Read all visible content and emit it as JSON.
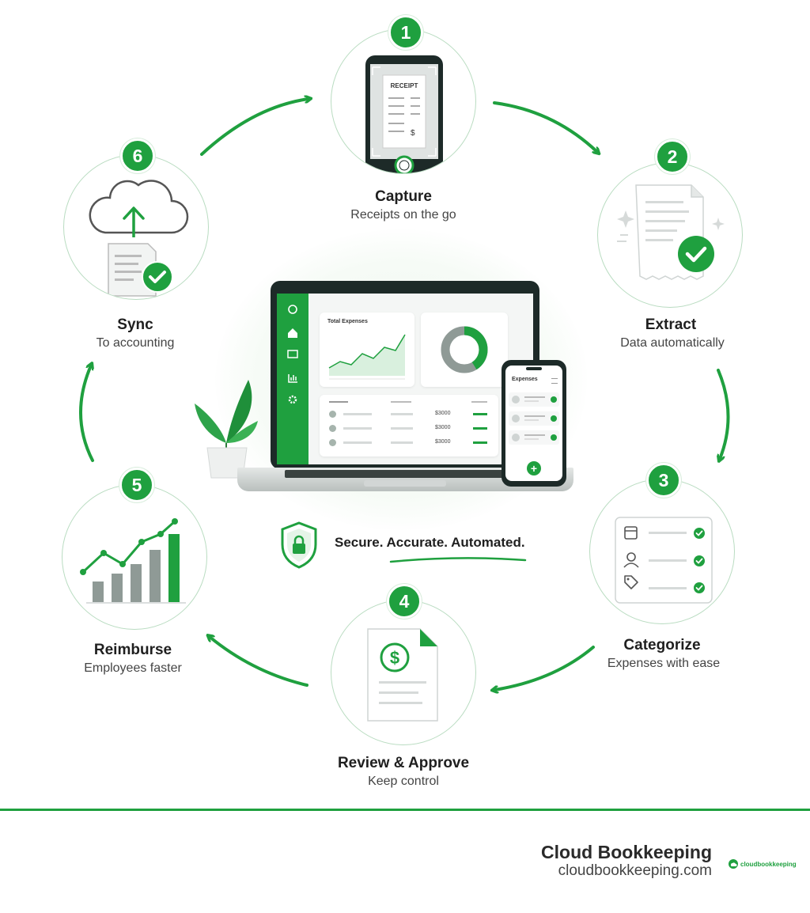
{
  "steps": [
    {
      "number": "1",
      "title": "Capture",
      "subtitle": "Receipts on the go"
    },
    {
      "number": "2",
      "title": "Extract",
      "subtitle": "Data automatically"
    },
    {
      "number": "3",
      "title": "Categorize",
      "subtitle": "Expenses with ease"
    },
    {
      "number": "4",
      "title": "Review & Approve",
      "subtitle": "Keep control"
    },
    {
      "number": "5",
      "title": "Reimburse",
      "subtitle": "Employees faster"
    },
    {
      "number": "6",
      "title": "Sync",
      "subtitle": "To accounting"
    }
  ],
  "receipt_label": "RECEIPT",
  "receipt_currency": "$",
  "laptop": {
    "chart_title": "Total Expenses",
    "rows": [
      {
        "amount": "$3000"
      },
      {
        "amount": "$3000"
      },
      {
        "amount": "$3000"
      }
    ]
  },
  "phone": {
    "title": "Expenses",
    "add_symbol": "+"
  },
  "tagline": "Secure. Accurate. Automated.",
  "brand": {
    "name": "Cloud Bookkeeping",
    "url": "cloudbookkeeping.com",
    "logo_text": "cloudbookkeeping"
  },
  "colors": {
    "accent": "#1fa03f",
    "gray": "#8f9a96"
  }
}
